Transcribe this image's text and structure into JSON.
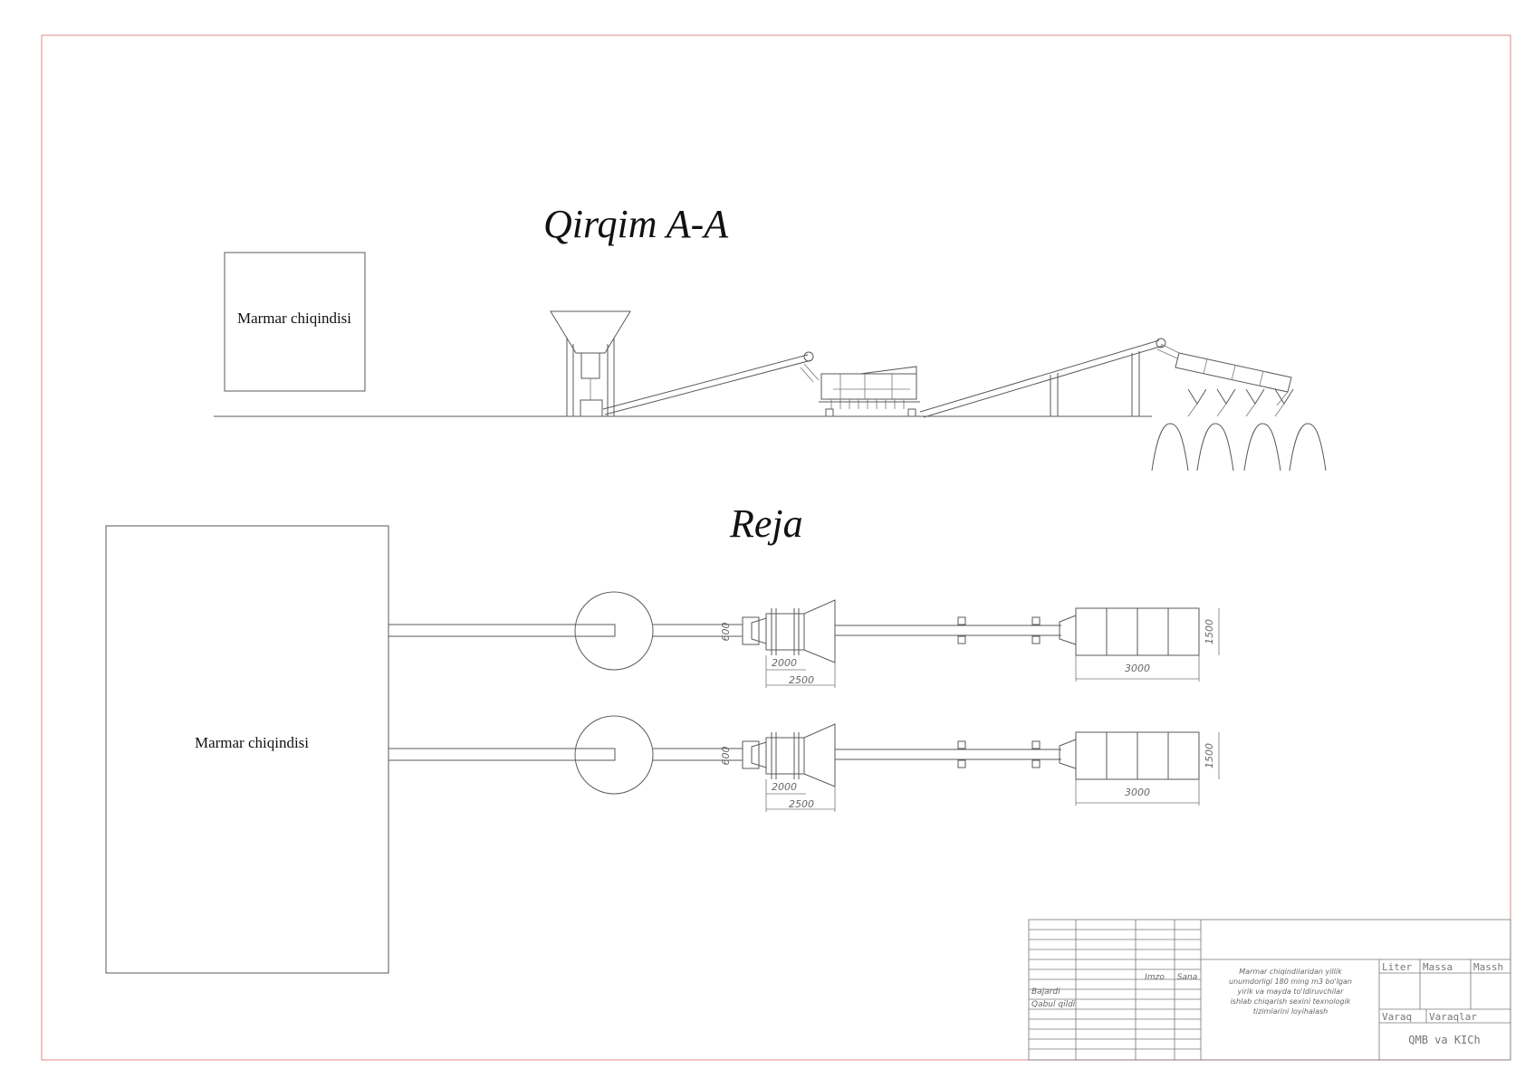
{
  "section_title": "Qirqim A-A",
  "plan_title": "Reja",
  "section_storage_label": "Marmar chiqindisi",
  "plan_storage_label": "Marmar chiqindisi",
  "dims": {
    "width_600": "600",
    "length_2000": "2000",
    "length_2500": "2500",
    "length_3000": "3000",
    "height_1500": "1500"
  },
  "stamp": {
    "col_signature": "Imzo",
    "col_date": "Sana",
    "row_made": "Bajardi",
    "row_accepted": "Qabul qildi",
    "description": [
      "Marmar chiqindilaridan yillik",
      "unumdorligi 180 ming m3 bo'lgan",
      "yirik va mayda to'ldiruvchilar",
      "ishlab chiqarish sexini texnologik",
      "tizimlarini loyihalash"
    ],
    "col_liter": "Liter",
    "col_massa": "Massa",
    "col_massh": "Massh",
    "col_varaq": "Varaq",
    "col_varaqlar": "Varaqlar",
    "org": "QMB va KICh"
  },
  "colors": {
    "frame": "#e08a8a",
    "line": "#5a5a5a"
  }
}
